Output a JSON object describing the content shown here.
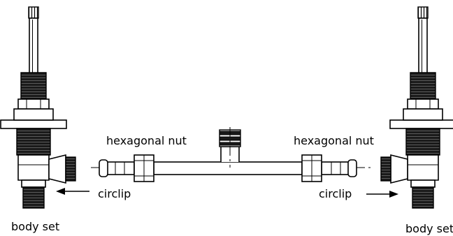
{
  "labels": {
    "hex_nut_left": "hexagonal nut",
    "hex_nut_right": "hexagonal nut",
    "circlip_left": "circlip",
    "circlip_right": "circlip",
    "body_set_left": "body set",
    "body_set_right": "body set"
  },
  "colors": {
    "line": "#000000",
    "thread": "#1a1a1a",
    "background": "#ffffff"
  }
}
